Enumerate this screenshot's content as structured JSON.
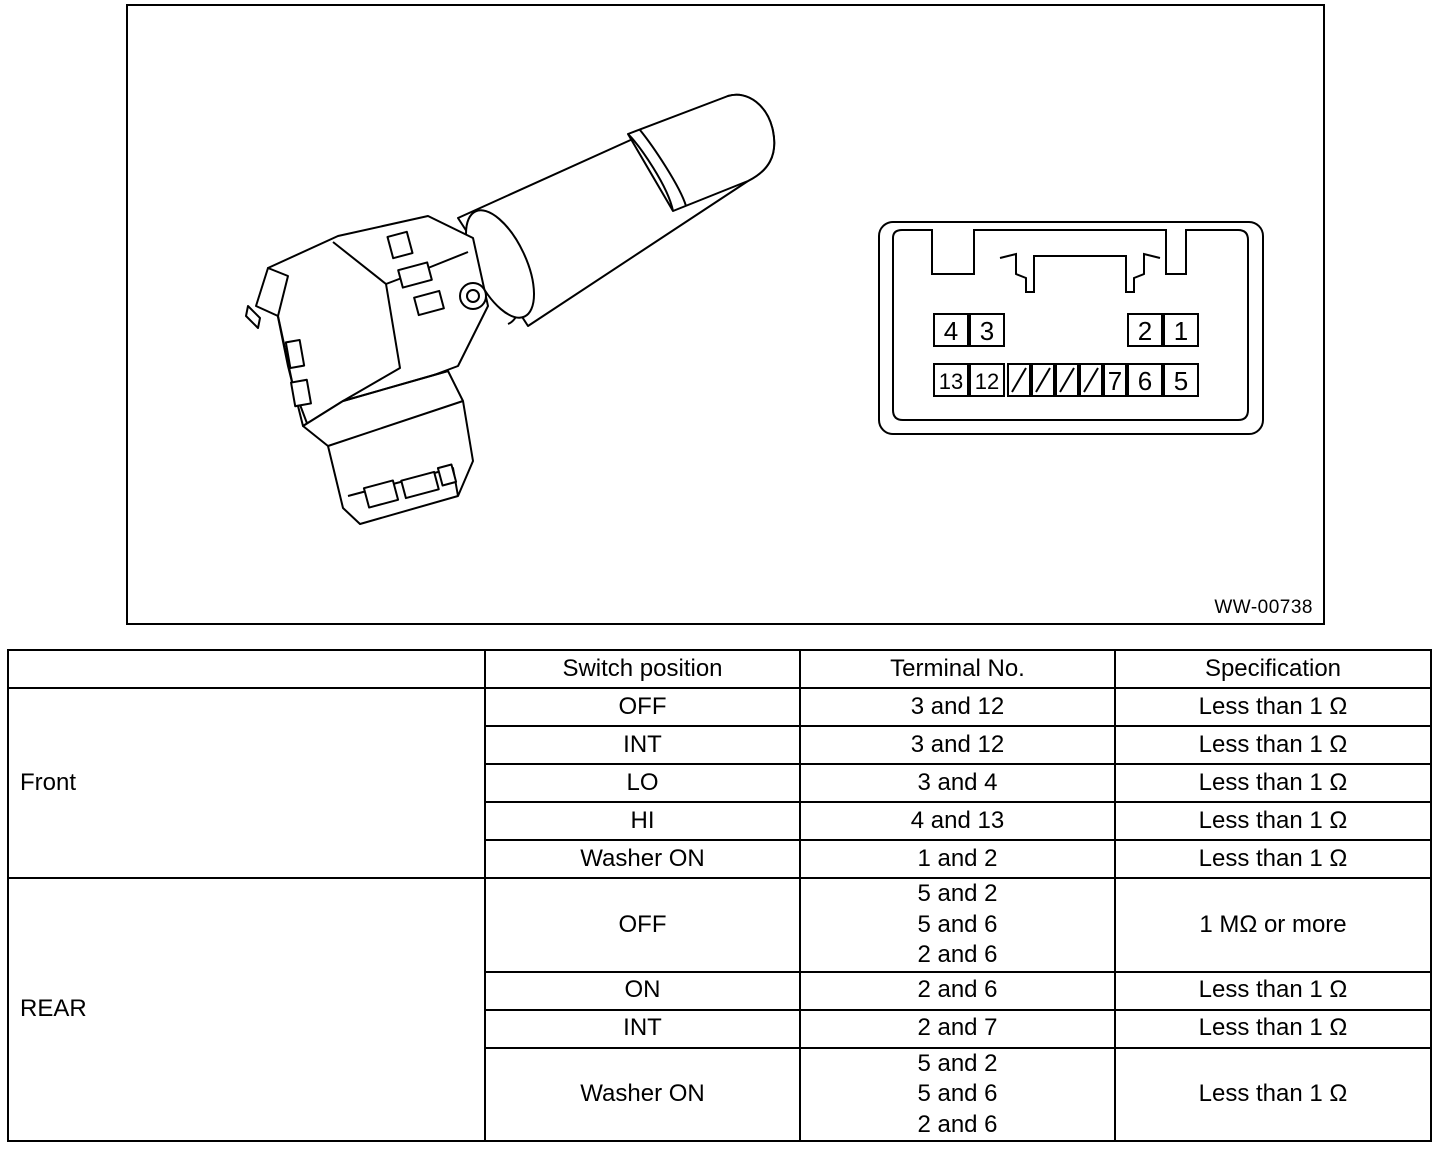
{
  "figure": {
    "code": "WW-00738",
    "connector": {
      "top_row": [
        "4",
        "3",
        "2",
        "1"
      ],
      "bottom_row": [
        "13",
        "12",
        "7",
        "6",
        "5"
      ]
    }
  },
  "table": {
    "headers": [
      "",
      "Switch position",
      "Terminal No.",
      "Specification"
    ],
    "groups": [
      {
        "name": "Front",
        "rows": [
          {
            "position": "OFF",
            "terminals": [
              "3 and 12"
            ],
            "spec": "Less than 1 Ω"
          },
          {
            "position": "INT",
            "terminals": [
              "3 and 12"
            ],
            "spec": "Less than 1 Ω"
          },
          {
            "position": "LO",
            "terminals": [
              "3 and 4"
            ],
            "spec": "Less than 1 Ω"
          },
          {
            "position": "HI",
            "terminals": [
              "4 and 13"
            ],
            "spec": "Less than 1 Ω"
          },
          {
            "position": "Washer ON",
            "terminals": [
              "1 and 2"
            ],
            "spec": "Less than 1 Ω"
          }
        ]
      },
      {
        "name": "REAR",
        "rows": [
          {
            "position": "OFF",
            "terminals": [
              "5 and 2",
              "5 and 6",
              "2 and 6"
            ],
            "spec": "1 MΩ or more"
          },
          {
            "position": "ON",
            "terminals": [
              "2 and 6"
            ],
            "spec": "Less than 1 Ω"
          },
          {
            "position": "INT",
            "terminals": [
              "2 and 7"
            ],
            "spec": "Less than 1 Ω"
          },
          {
            "position": "Washer ON",
            "terminals": [
              "5 and 2",
              "5 and 6",
              "2 and 6"
            ],
            "spec": "Less than 1 Ω"
          }
        ]
      }
    ]
  }
}
